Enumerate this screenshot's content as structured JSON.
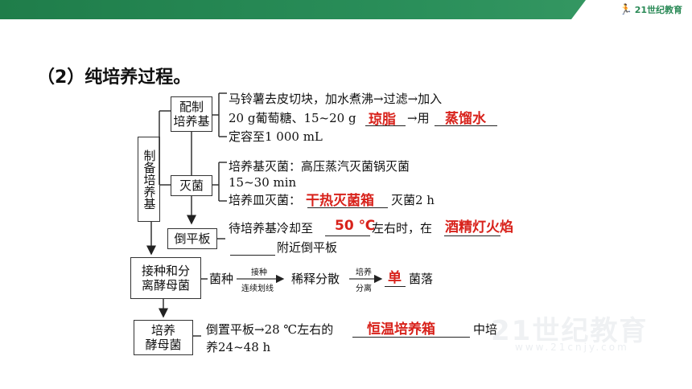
{
  "header": {
    "brand_text": "21世纪教育",
    "brand_icon": "runner-logo-icon"
  },
  "heading": "（2）纯培养过程。",
  "nodes": {
    "zhibei": "制备培养基",
    "peizhi": "配制\n培养基",
    "miejun": "灭菌",
    "daopingban": "倒平板",
    "jiezhong": "接种和分\n离酵母菌",
    "peiyang": "培养\n酵母菌"
  },
  "text": {
    "peizhi_l1": "马铃薯去皮切块，加水煮沸→过滤→加入",
    "peizhi_l2a": "20 g葡萄糖、15~20 g",
    "peizhi_l2b": "→用",
    "peizhi_l3": "定容至1 000 mL",
    "miejun_l1": "培养基灭菌：高压蒸汽灭菌锅灭菌",
    "miejun_l2": "15~30 min",
    "miejun_l3a": "培养皿灭菌：",
    "miejun_l3b": "灭菌2 h",
    "dao_l1a": "待培养基冷却至",
    "dao_l1b": "左右时，在",
    "dao_l2": "附近倒平板",
    "jie_a": "菌种",
    "jie_arrow_top": "接种",
    "jie_arrow_bottom": "连续划线",
    "jie_b": "稀释分散",
    "jie_arrow2_top": "培养",
    "jie_arrow2_bottom": "分离",
    "jie_c": "菌落",
    "pei_l1a": "倒置平板→28 ℃左右的",
    "pei_l1b": "中培",
    "pei_l2": "养24~48 h"
  },
  "answers": {
    "qiongzhi": "琼脂",
    "zhengliushui": "蒸馏水",
    "ganremiejunxiang": "干热灭菌箱",
    "temp": "50 ℃",
    "jiujingdeng": "酒精灯火焰",
    "dan": "单",
    "hengwen": "恒温培养箱"
  },
  "watermark": {
    "main": "21世纪教育",
    "sub": "www.21cnjy.com"
  },
  "colors": {
    "topbar": "#2a8f5a",
    "answer": "#d8221b"
  }
}
